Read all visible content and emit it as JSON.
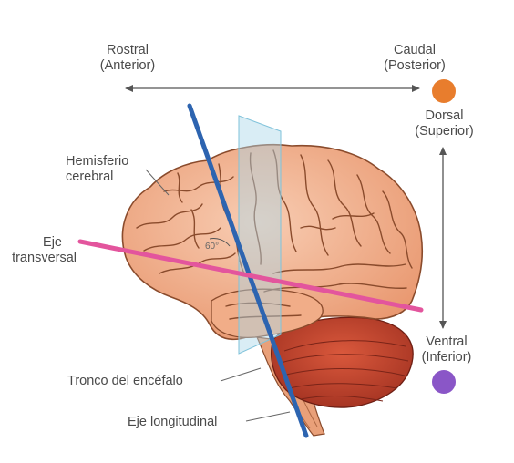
{
  "labels": {
    "rostral": "Rostral",
    "anterior": "(Anterior)",
    "caudal": "Caudal",
    "posterior": "(Posterior)",
    "dorsal": "Dorsal",
    "superior": "(Superior)",
    "ventral": "Ventral",
    "inferior": "(Inferior)",
    "hemisferio_1": "Hemisferio",
    "hemisferio_2": "cerebral",
    "eje_t_1": "Eje",
    "eje_t_2": "transversal",
    "tronco": "Tronco del encéfalo",
    "eje_l": "Eje longitudinal",
    "angle": "60°"
  },
  "colors": {
    "dot_dorsal": "#e87d2d",
    "dot_ventral": "#8a56c7",
    "axis_longitudinal": "#2d64b0",
    "axis_transversal": "#e3559d",
    "plane": "#aad8e8",
    "brain_fill": "#f2b491",
    "brain_edge": "#8a4b2c",
    "cerebellum": "#c2452f",
    "text": "#4a4a4a"
  }
}
